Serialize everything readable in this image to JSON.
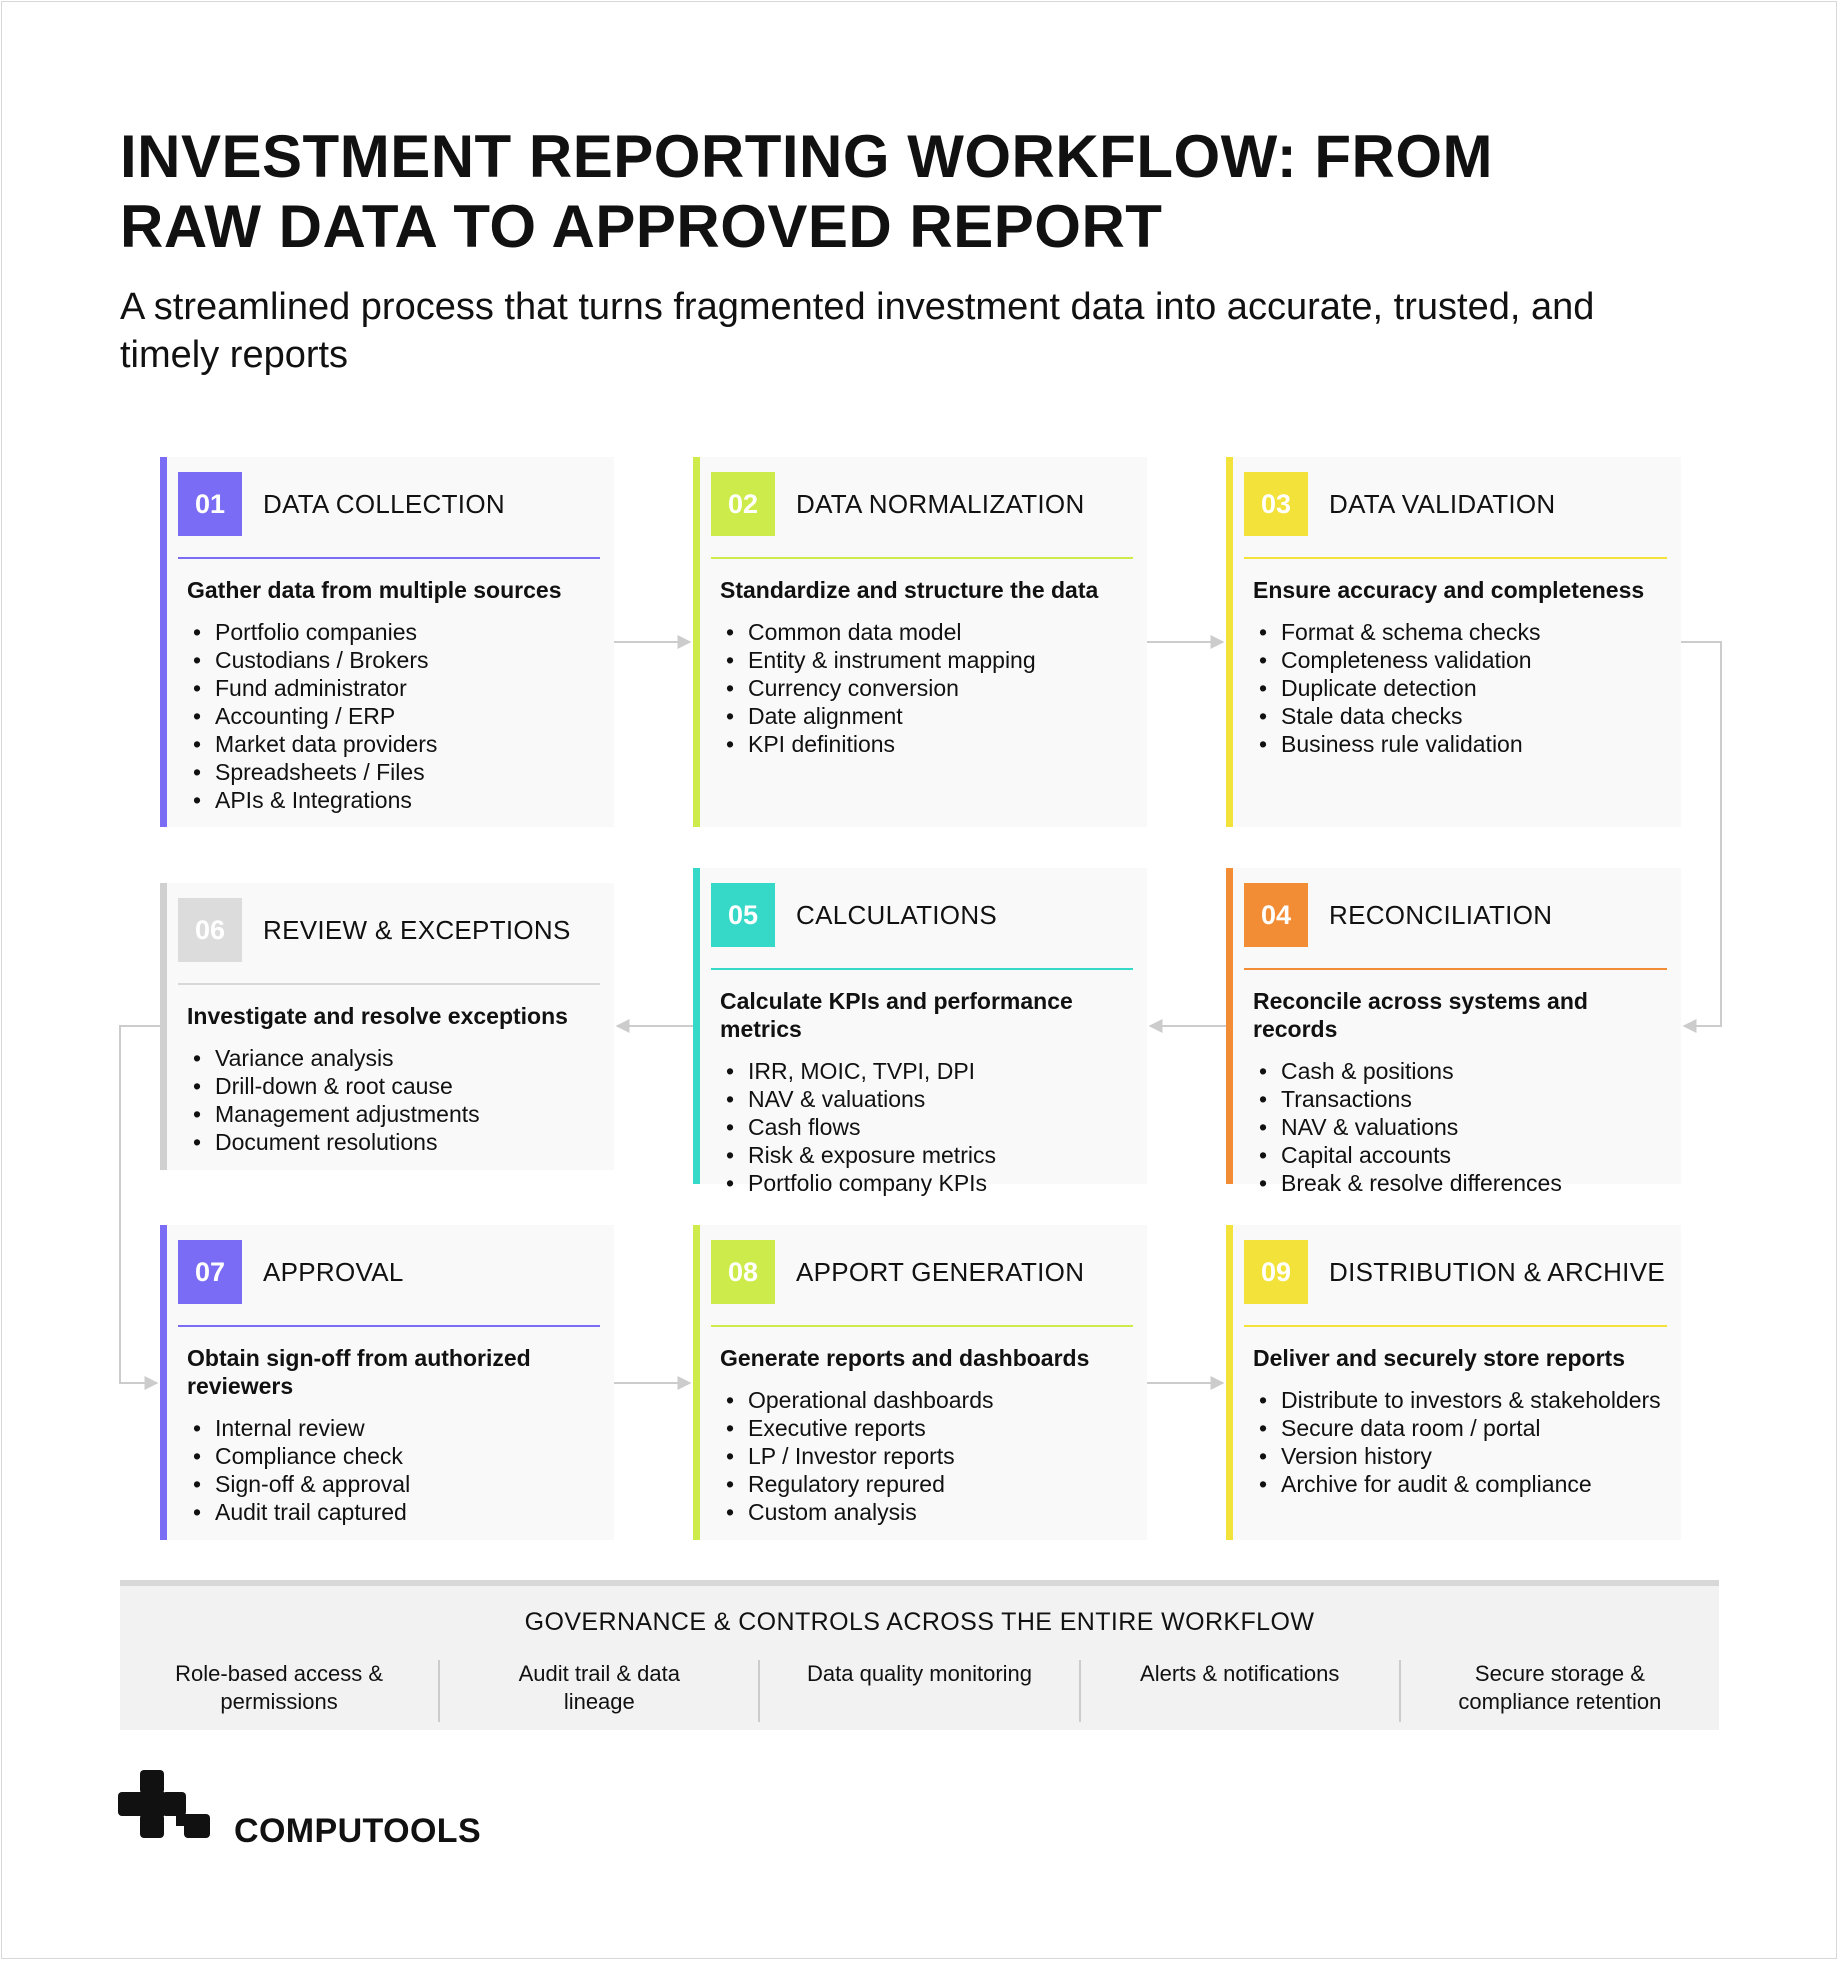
{
  "title": "INVESTMENT REPORTING WORKFLOW: FROM RAW DATA TO APPROVED REPORT",
  "subtitle": "A streamlined process that turns fragmented investment data into accurate, trusted, and timely reports",
  "colors": {
    "purple": "#7a6cf5",
    "lime": "#cdeb4a",
    "yellow": "#f2e23a",
    "orange": "#f28d35",
    "teal": "#36d8c8",
    "gray": "#d0d0d0",
    "connector": "#cccccc"
  },
  "steps": [
    {
      "num": "01",
      "title": "DATA COLLECTION",
      "lead": "Gather data from multiple sources",
      "color": "#7a6cf5",
      "items": [
        "Portfolio companies",
        "Custodians / Brokers",
        "Fund administrator",
        "Accounting / ERP",
        "Market data providers",
        "Spreadsheets / Files",
        "APIs & Integrations"
      ]
    },
    {
      "num": "02",
      "title": "DATA NORMALIZATION",
      "lead": "Standardize and structure the data",
      "color": "#cdeb4a",
      "items": [
        "Common data model",
        "Entity & instrument mapping",
        "Currency conversion",
        "Date alignment",
        "KPI definitions"
      ]
    },
    {
      "num": "03",
      "title": "DATA VALIDATION",
      "lead": "Ensure accuracy and completeness",
      "color": "#f2e23a",
      "items": [
        "Format & schema checks",
        "Completeness validation",
        "Duplicate detection",
        "Stale data checks",
        "Business rule validation"
      ]
    },
    {
      "num": "06",
      "title": "REVIEW & EXCEPTIONS",
      "lead": "Investigate and resolve exceptions",
      "color": "#d0d0d0",
      "items": [
        "Variance analysis",
        "Drill-down & root cause",
        "Management adjustments",
        "Document resolutions"
      ]
    },
    {
      "num": "05",
      "title": "CALCULATIONS",
      "lead": "Calculate KPIs and performance metrics",
      "color": "#36d8c8",
      "items": [
        "IRR, MOIC, TVPI, DPI",
        "NAV & valuations",
        "Cash flows",
        "Risk & exposure metrics",
        "Portfolio company KPIs"
      ]
    },
    {
      "num": "04",
      "title": "RECONCILIATION",
      "lead": "Reconcile across systems and records",
      "color": "#f28d35",
      "items": [
        "Cash & positions",
        "Transactions",
        "NAV & valuations",
        "Capital accounts",
        "Break & resolve differences"
      ]
    },
    {
      "num": "07",
      "title": "APPROVAL",
      "lead": "Obtain sign-off from authorized reviewers",
      "color": "#7a6cf5",
      "items": [
        "Internal review",
        "Compliance check",
        "Sign-off & approval",
        "Audit trail captured"
      ]
    },
    {
      "num": "08",
      "title": "APPORT GENERATION",
      "lead": "Generate reports and dashboards",
      "color": "#cdeb4a",
      "items": [
        "Operational dashboards",
        "Executive reports",
        "LP / Investor reports",
        "Regulatory repured",
        "Custom analysis"
      ]
    },
    {
      "num": "09",
      "title": "DISTRIBUTION & ARCHIVE",
      "lead": "Deliver and securely store reports",
      "color": "#f2e23a",
      "items": [
        "Distribute to investors & stakeholders",
        "Secure data room / portal",
        "Version history",
        "Archive for audit & compliance"
      ]
    }
  ],
  "governance": {
    "title": "GOVERNANCE & CONTROLS ACROSS THE ENTIRE WORKFLOW",
    "items": [
      "Role-based access & permissions",
      "Audit trail & data lineage",
      "Data quality monitoring",
      "Alerts & notifications",
      "Secure storage & compliance retention"
    ]
  },
  "brand": "COMPUTOOLS"
}
